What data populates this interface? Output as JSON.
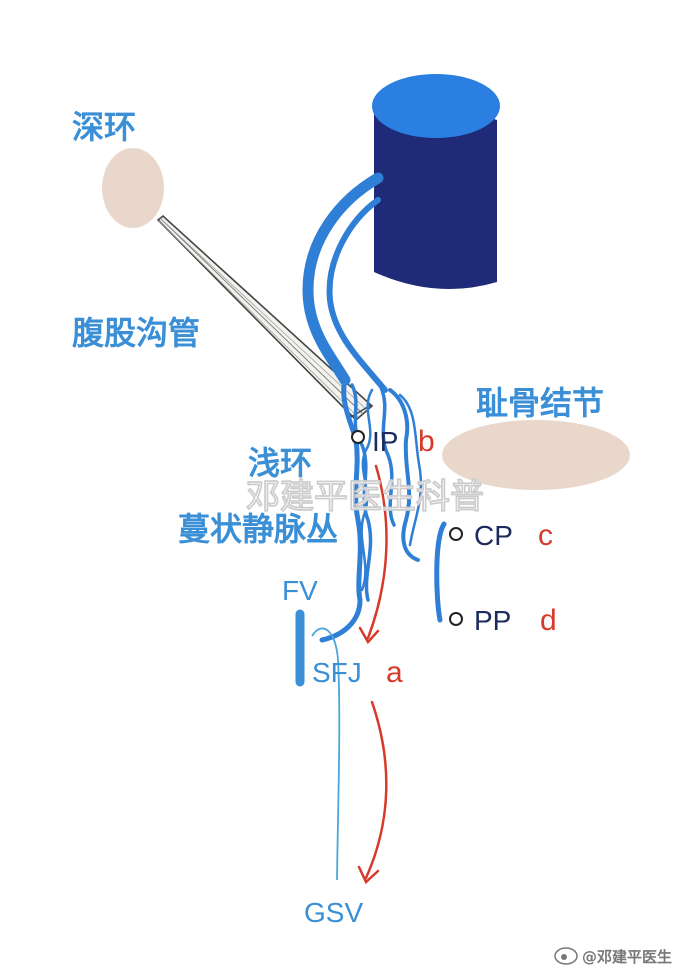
{
  "labels": {
    "deep_ring": "深环",
    "inguinal_canal": "腹股沟管",
    "superficial_ring": "浅环",
    "pampiniform_plexus": "蔓状静脉丛",
    "pubic_tubercle": "耻骨结节",
    "ip": "IP",
    "cp": "CP",
    "pp": "PP",
    "fv": "FV",
    "sfj": "SFJ",
    "gsv": "GSV",
    "letter_a": "a",
    "letter_b": "b",
    "letter_c": "c",
    "letter_d": "d"
  },
  "watermark": "邓建平医生科普",
  "credit": "@邓建平医生",
  "colors": {
    "blue_label": "#3a8fd6",
    "vein_blue": "#2f7fd6",
    "testis_navy": "#1f2a78",
    "testis_top": "#2a7fe0",
    "tissue_beige": "#ead7cc",
    "arrow_red": "#d63a2a",
    "text_navy": "#1c2a5e",
    "gsv_line": "#4aa6dc"
  }
}
